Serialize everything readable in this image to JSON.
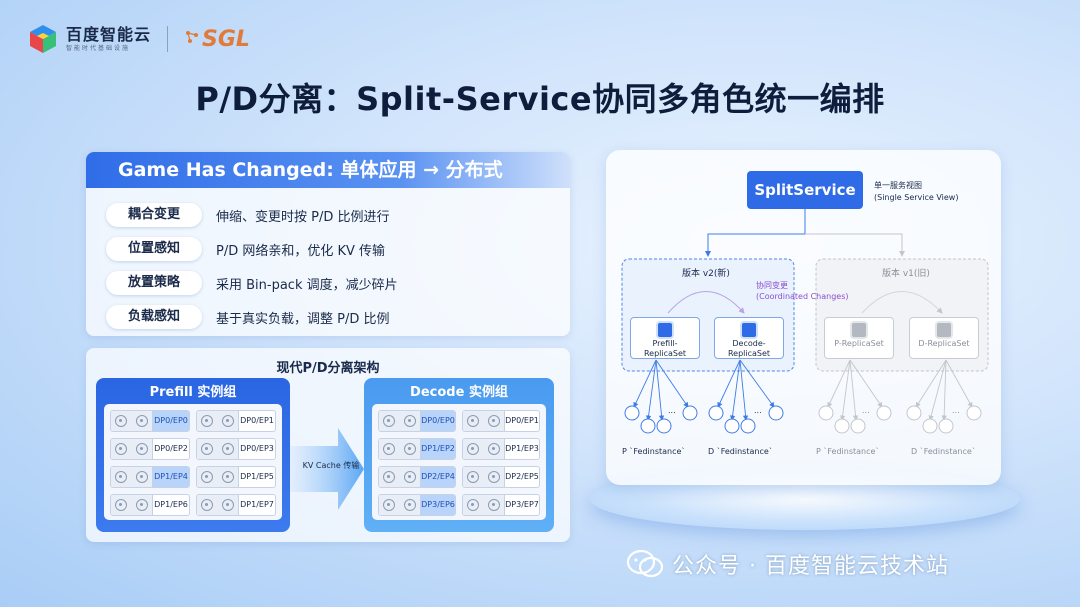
{
  "header": {
    "logo_name": "百度智能云",
    "logo_sub": "智能时代基础设施",
    "partner": "SGL"
  },
  "title": "P/D分离：Split-Service协同多角色统一编排",
  "changed_panel": {
    "heading": "Game Has Changed:  单体应用 → 分布式",
    "rows": [
      {
        "tag": "耦合变更",
        "desc": "伸缩、变更时按 P/D 比例进行"
      },
      {
        "tag": "位置感知",
        "desc": "P/D 网络亲和，优化 KV 传输"
      },
      {
        "tag": "放置策略",
        "desc": "采用 Bin-pack 调度，减少碎片"
      },
      {
        "tag": "负载感知",
        "desc": "基于真实负载，调整 P/D 比例"
      }
    ]
  },
  "arch_panel": {
    "title": "现代P/D分离架构",
    "kv_label": "KV Cache 传输",
    "prefill": {
      "title": "Prefill 实例组",
      "gpus": [
        {
          "label": "DP0/EP0",
          "highlight": true
        },
        {
          "label": "DP0/EP1",
          "highlight": false
        },
        {
          "label": "DP0/EP2",
          "highlight": false
        },
        {
          "label": "DP0/EP3",
          "highlight": false
        },
        {
          "label": "DP1/EP4",
          "highlight": true
        },
        {
          "label": "DP1/EP5",
          "highlight": false
        },
        {
          "label": "DP1/EP6",
          "highlight": false
        },
        {
          "label": "DP1/EP7",
          "highlight": false
        }
      ]
    },
    "decode": {
      "title": "Decode 实例组",
      "gpus": [
        {
          "label": "DP0/EP0",
          "highlight": true
        },
        {
          "label": "DP0/EP1",
          "highlight": false
        },
        {
          "label": "DP1/EP2",
          "highlight": true
        },
        {
          "label": "DP1/EP3",
          "highlight": false
        },
        {
          "label": "DP2/EP4",
          "highlight": true
        },
        {
          "label": "DP2/EP5",
          "highlight": false
        },
        {
          "label": "DP3/EP6",
          "highlight": true
        },
        {
          "label": "DP3/EP7",
          "highlight": false
        }
      ]
    }
  },
  "split_service": {
    "service": "SplitService",
    "note_line1": "单一服务视图",
    "note_line2": "(Single Service View)",
    "v2_label": "版本 v2(新)",
    "v1_label": "版本 v1(旧)",
    "coord_line1": "协同变更",
    "coord_line2": "(Coordinated Changes)",
    "v2_prefill_line1": "Prefill-",
    "v2_prefill_line2": "ReplicaSet",
    "v2_decode_line1": "Decode-",
    "v2_decode_line2": "ReplicaSet",
    "v1_prefill": "P-ReplicaSet",
    "v1_decode": "D-ReplicaSet",
    "p_instance": "P `Fedinstance`",
    "d_instance": "D `Fedinstance`",
    "ellipsis": "..."
  },
  "watermark": "公众号 · 百度智能云技术站",
  "colors": {
    "primary_blue": "#2f6be6",
    "coord_purple": "#8a4fd0",
    "sgl_orange": "#e07b39"
  }
}
